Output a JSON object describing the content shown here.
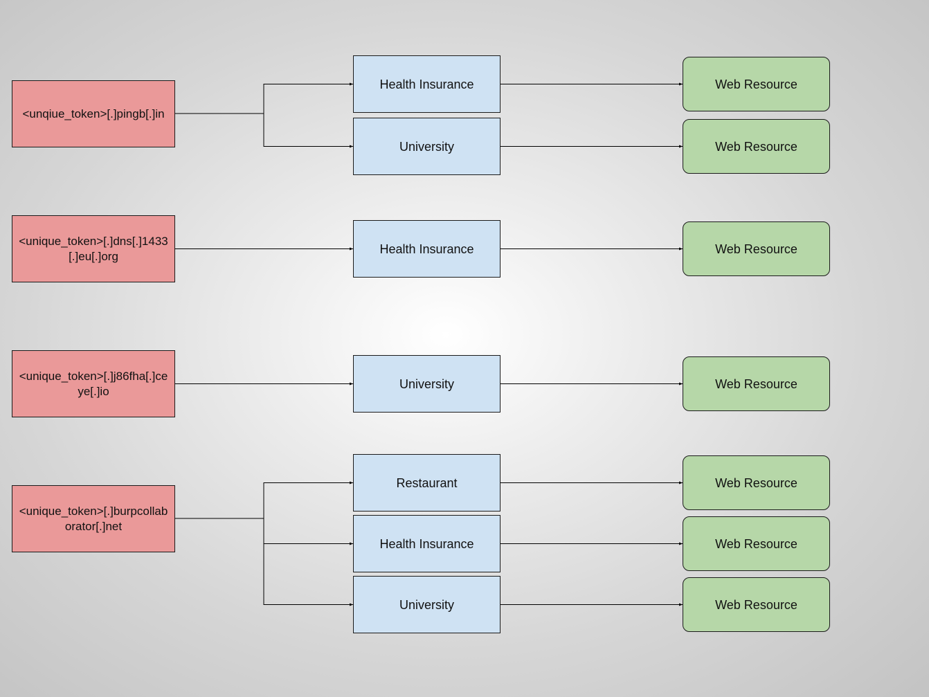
{
  "diagram": {
    "sources": [
      {
        "label": "<unqiue_token>[.]pingb[.]in"
      },
      {
        "label": "<unique_token>[.]dns[.]1433[.]eu[.]org"
      },
      {
        "label": "<unique_token>[.]j86fha[.]ceye[.]io"
      },
      {
        "label": "<unique_token>[.]burpcollaborator[.]net"
      }
    ],
    "categories": [
      {
        "label": "Health Insurance"
      },
      {
        "label": "University"
      },
      {
        "label": "Health Insurance"
      },
      {
        "label": "University"
      },
      {
        "label": "Restaurant"
      },
      {
        "label": "Health Insurance"
      },
      {
        "label": "University"
      }
    ],
    "resources": [
      {
        "label": "Web Resource"
      },
      {
        "label": "Web Resource"
      },
      {
        "label": "Web Resource"
      },
      {
        "label": "Web Resource"
      },
      {
        "label": "Web Resource"
      },
      {
        "label": "Web Resource"
      },
      {
        "label": "Web Resource"
      }
    ],
    "colors": {
      "source_fill": "#ea9999",
      "category_fill": "#cfe2f3",
      "resource_fill": "#b6d7a8",
      "line": "#000000"
    }
  }
}
